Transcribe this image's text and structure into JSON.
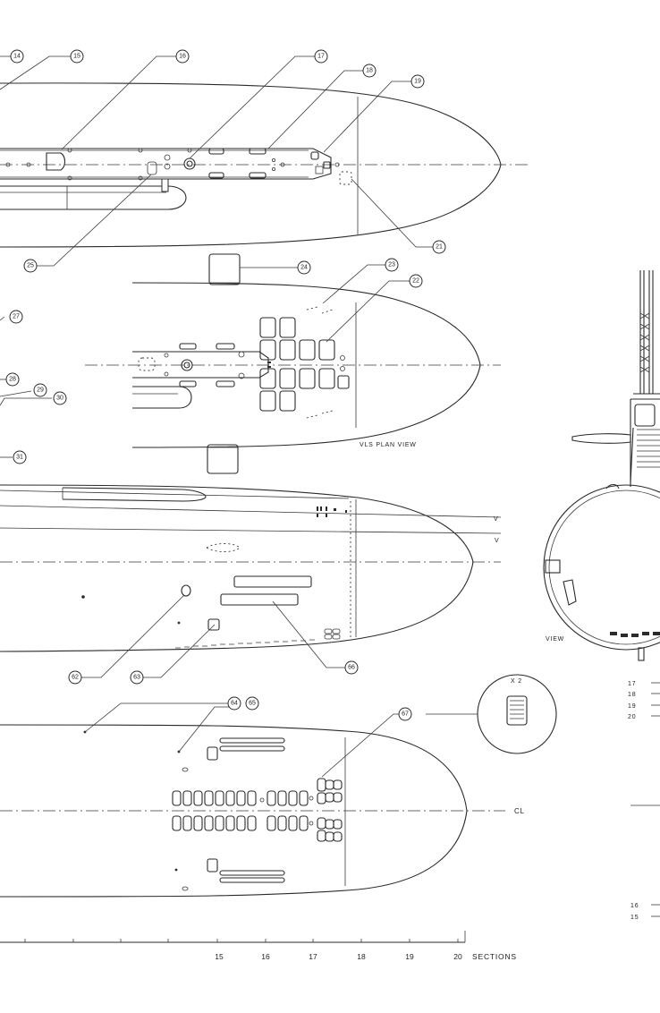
{
  "labels": {
    "vls_plan_view": "VLS PLAN VIEW",
    "view": "VIEW",
    "cl": "CL",
    "x2": "X 2",
    "sections": "SECTIONS",
    "v1": "V",
    "v2": "V"
  },
  "callouts": [
    {
      "id": "c14",
      "text": "14"
    },
    {
      "id": "c15",
      "text": "15"
    },
    {
      "id": "c16",
      "text": "16"
    },
    {
      "id": "c17",
      "text": "17"
    },
    {
      "id": "c18",
      "text": "18"
    },
    {
      "id": "c19",
      "text": "19"
    },
    {
      "id": "c21",
      "text": "21"
    },
    {
      "id": "c25",
      "text": "25"
    },
    {
      "id": "c24",
      "text": "24"
    },
    {
      "id": "c23",
      "text": "23"
    },
    {
      "id": "c22",
      "text": "22"
    },
    {
      "id": "c27",
      "text": "27"
    },
    {
      "id": "c28",
      "text": "28"
    },
    {
      "id": "c29",
      "text": "29"
    },
    {
      "id": "c30",
      "text": "30"
    },
    {
      "id": "c31",
      "text": "31"
    },
    {
      "id": "c62",
      "text": "62"
    },
    {
      "id": "c63",
      "text": "63"
    },
    {
      "id": "c66",
      "text": "66"
    },
    {
      "id": "c64",
      "text": "64"
    },
    {
      "id": "c65",
      "text": "65"
    },
    {
      "id": "c67",
      "text": "67"
    }
  ],
  "section_ticks": [
    "15",
    "16",
    "17",
    "18",
    "19",
    "20"
  ],
  "side_list": [
    "17",
    "18",
    "19",
    "20",
    "16",
    "15"
  ]
}
